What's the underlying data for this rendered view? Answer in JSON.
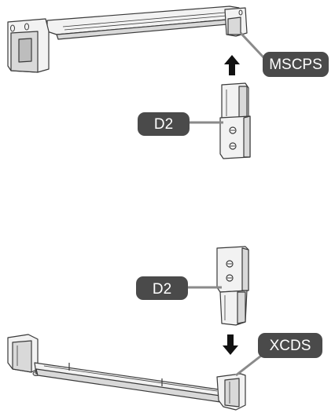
{
  "labels": {
    "top_bracket": "MSCPS",
    "top_module": "D2",
    "bottom_module": "D2",
    "bottom_bracket": "XCDS"
  },
  "icons": {
    "top_arrow": "arrow-up-icon",
    "bottom_arrow": "arrow-down-icon"
  },
  "colors": {
    "tag_background": "#4a4a4a",
    "tag_text": "#ffffff",
    "leader_line": "#8a8a8a"
  }
}
